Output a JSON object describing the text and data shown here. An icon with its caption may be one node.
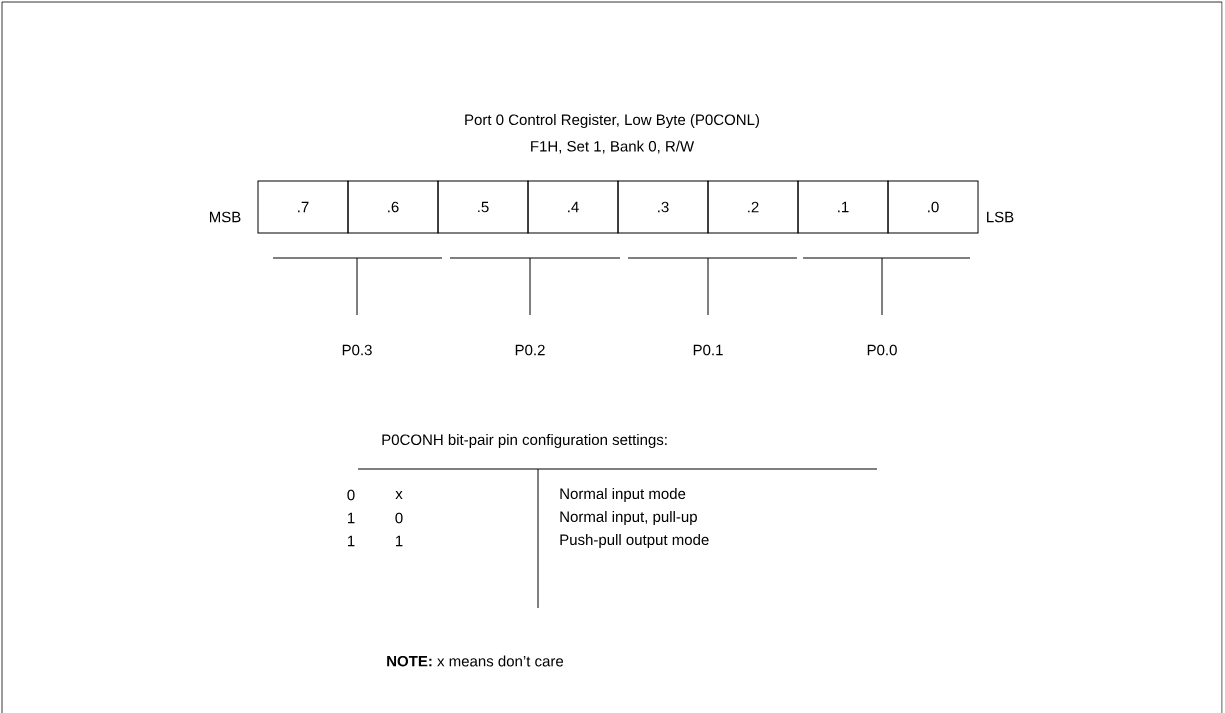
{
  "diagram": {
    "title": "Port 0 Control Register, Low Byte (P0CONL)",
    "nodes": [
      {
        "text": [
          ".7"
        ]
      },
      {
        "text": [
          ".6"
        ]
      },
      {
        "text": [
          ".5"
        ]
      },
      {
        "text": [
          ".4"
        ]
      },
      {
        "text": [
          ".3"
        ]
      },
      {
        "text": [
          ".2"
        ]
      },
      {
        "text": [
          ".1"
        ]
      },
      {
        "text": [
          ".0"
        ]
      }
    ],
    "labels": [
      "F1H, Set 1, Bank 0, R/W",
      "MSB",
      "LSB",
      "P0.3",
      "P0.2",
      "P0.1",
      "P0.0",
      "P0CONH bit-pair pin configuration settings:",
      "0",
      "x",
      "Normal input mode",
      "1",
      "0",
      "Normal input, pull-up",
      "1",
      "1",
      "Push-pull output mode",
      "**NOTE:**  x means don’t care"
    ]
  }
}
